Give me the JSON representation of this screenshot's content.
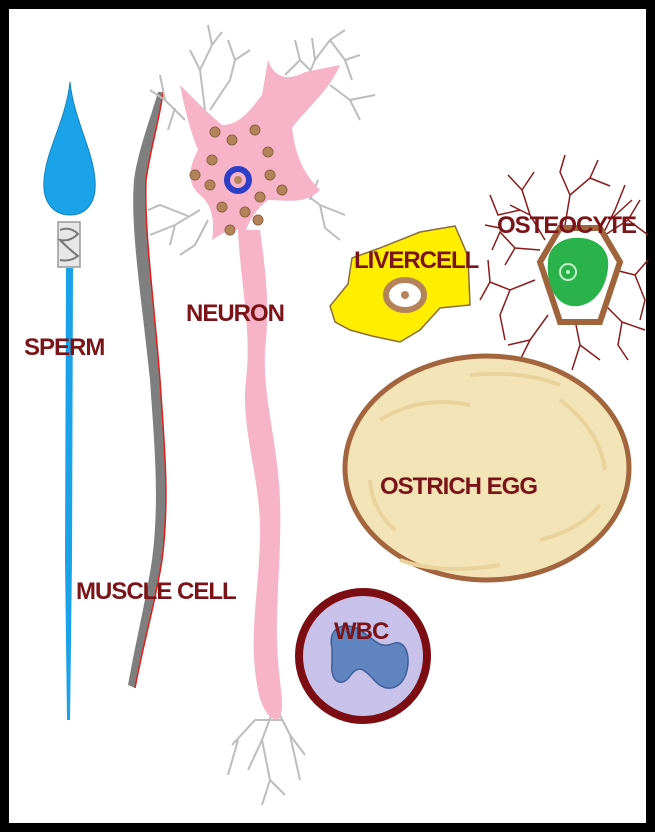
{
  "labels": {
    "sperm": "SPERM",
    "muscle_cell": "MUSCLE CELL",
    "neuron": "NEURON",
    "liver_cell": "LIVERCELL",
    "osteocyte": "OSTEOCYTE",
    "ostrich_egg": "OSTRICH EGG",
    "wbc": "WBC"
  },
  "colors": {
    "label_text": "#7a1419",
    "border": "#000000",
    "sperm": "#1aa3e8",
    "muscle_fill": "#7f7f7f",
    "muscle_edge": "#e0201c",
    "neuron_body": "#f7b3c8",
    "neuron_granules": "#b5835a",
    "neuron_nucleus": "#2d3fc8",
    "dendrites": "#bdbdbd",
    "liver_cell": "#ffee00",
    "liver_nucleus": "#b5835a",
    "osteocyte_lines": "#8b1a1a",
    "osteocyte_nucleus": "#2ab34a",
    "osteocyte_ring": "#a0643c",
    "egg_fill": "#f3e4b8",
    "egg_border": "#a2653e",
    "wbc_border": "#7c0d12",
    "wbc_fill": "#c8c2ea",
    "wbc_nucleus": "#5f84bf"
  }
}
